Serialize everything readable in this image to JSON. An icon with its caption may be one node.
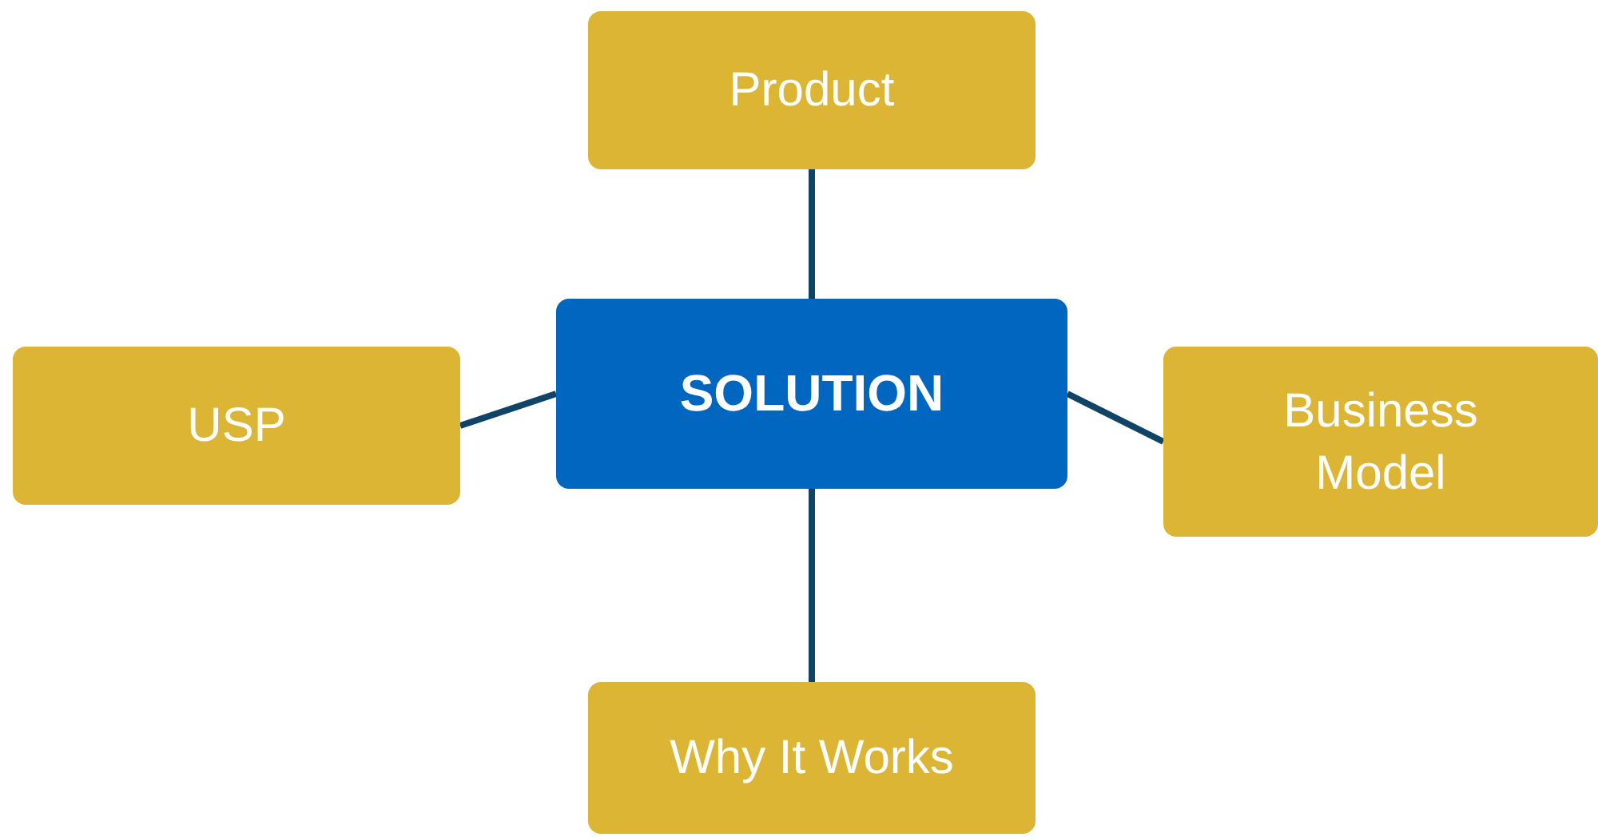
{
  "diagram": {
    "nodes": [
      {
        "text": [
          "Product"
        ]
      },
      {
        "text": [
          "SOLUTION"
        ]
      },
      {
        "text": [
          "USP"
        ]
      },
      {
        "text": [
          "Business Model"
        ]
      },
      {
        "text": [
          "Why It Works"
        ]
      }
    ],
    "edges": [
      {
        "from": 0,
        "to": 1,
        "arrow": "none"
      },
      {
        "from": 2,
        "to": 1,
        "arrow": "none"
      },
      {
        "from": 1,
        "to": 3,
        "arrow": "none"
      },
      {
        "from": 1,
        "to": 4,
        "arrow": "none"
      }
    ]
  }
}
